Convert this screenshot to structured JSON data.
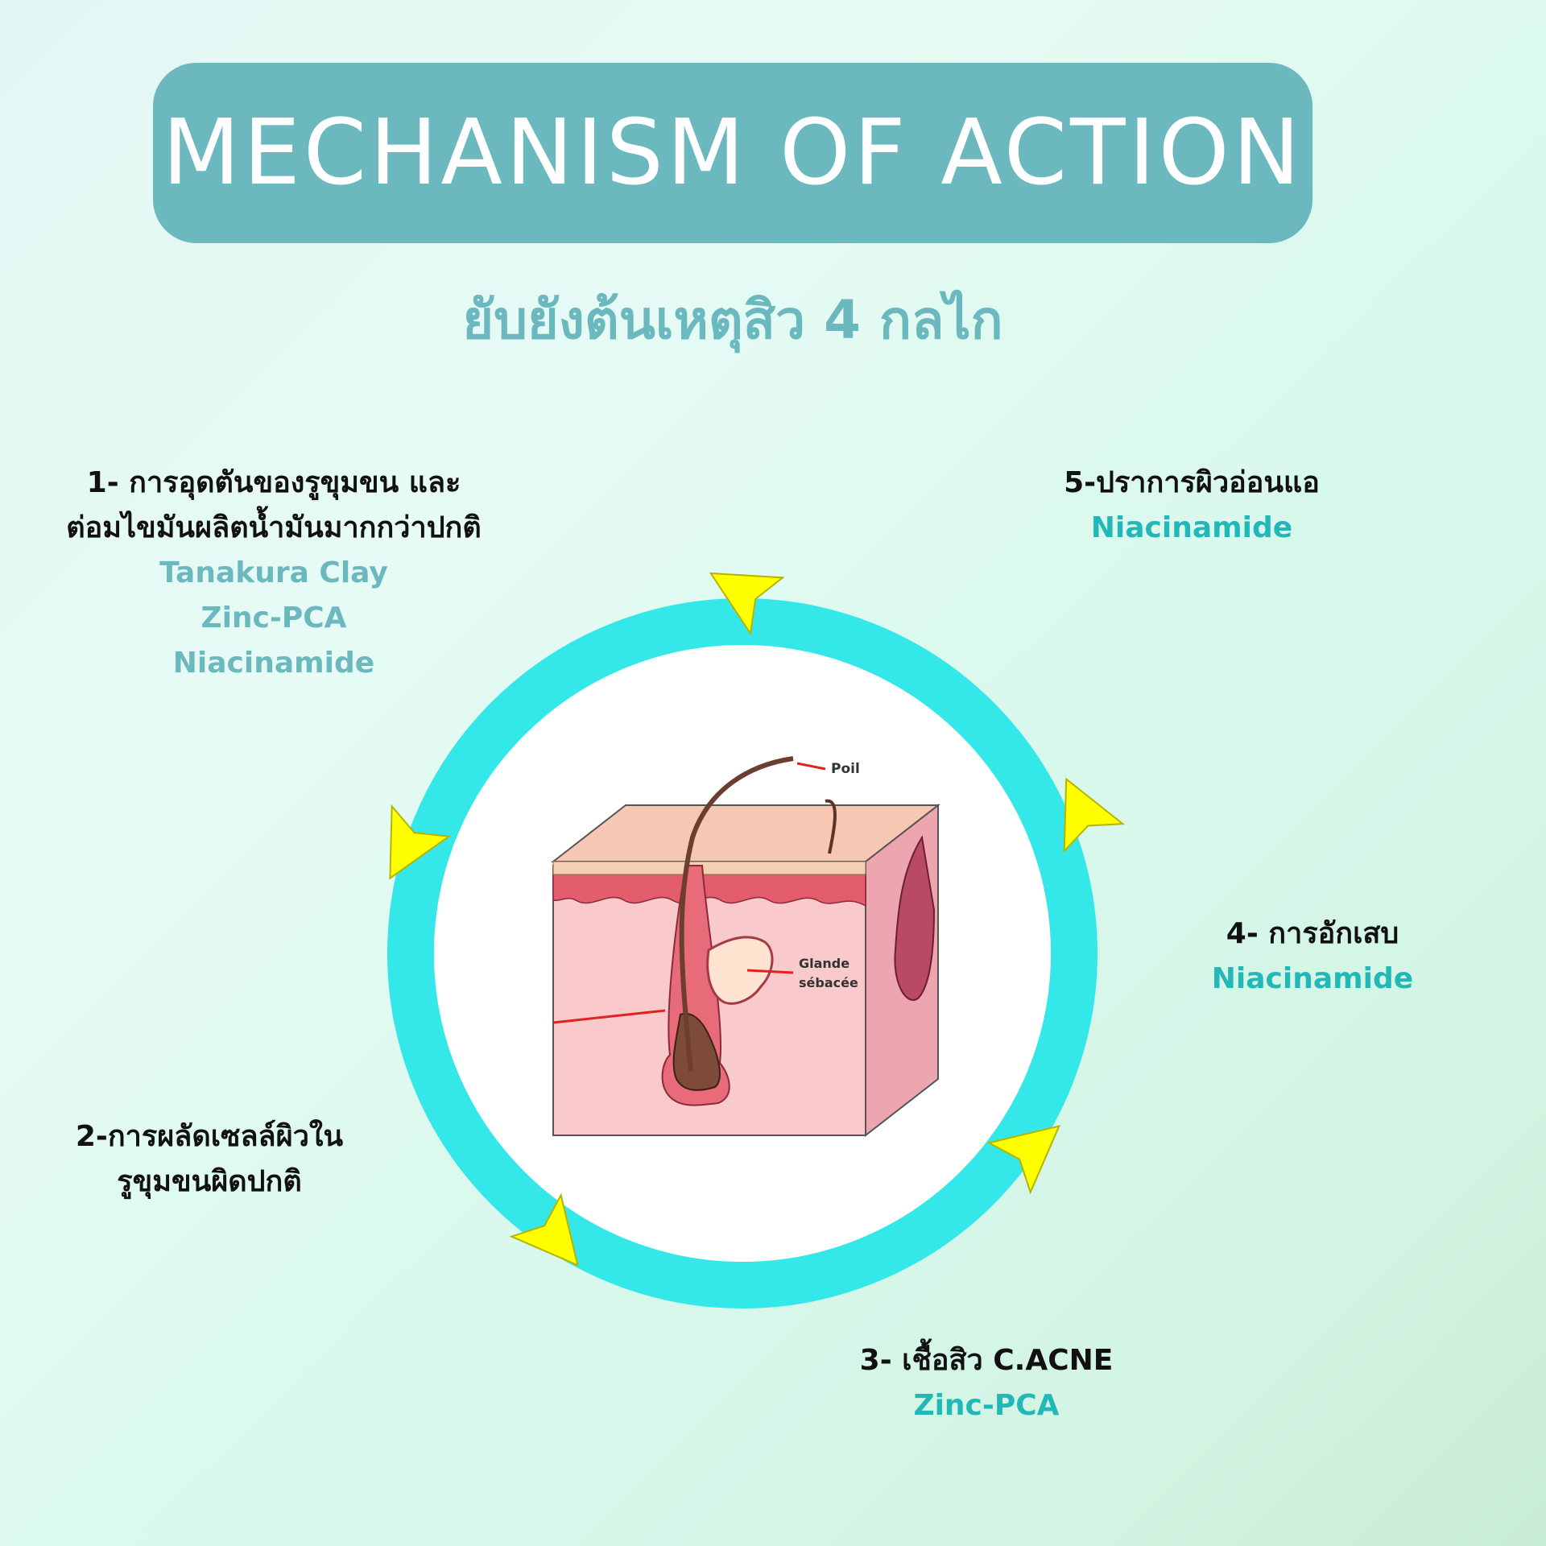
{
  "title": "MECHANISM OF ACTION",
  "subtitle": "ยับยังต้นเหตุสิว 4 กลไก",
  "mechanisms": [
    {
      "heading_lines": [
        "1- การอุดตันของรูขุมขน และ",
        "ต่อมไขมันผลิตน้ำมันมากกว่าปกติ"
      ],
      "ingredients": [
        "Tanakura Clay",
        "Zinc-PCA",
        "Niacinamide"
      ]
    },
    {
      "heading_lines": [
        "2-การผลัดเซลล์ผิวใน",
        "รูขุมขนผิดปกติ"
      ],
      "ingredients": []
    },
    {
      "heading_lines": [
        "3- เชื้อสิว C.ACNE"
      ],
      "ingredients": [
        "Zinc-PCA"
      ]
    },
    {
      "heading_lines": [
        "4- การอักเสบ"
      ],
      "ingredients": [
        "Niacinamide"
      ]
    },
    {
      "heading_lines": [
        "5-ปราการผิวอ่อนแอ"
      ],
      "ingredients": [
        "Niacinamide"
      ]
    }
  ],
  "diagram_labels": {
    "poil": "Poil",
    "glande_1": "Glande",
    "glande_2": "sébacée"
  },
  "colors": {
    "title_bg": "#6bb9bf",
    "ring": "#34e8ea",
    "arrow": "#ffff00",
    "ingredient_soft": "#6bb9bf",
    "ingredient_teal": "#23b8b8"
  }
}
